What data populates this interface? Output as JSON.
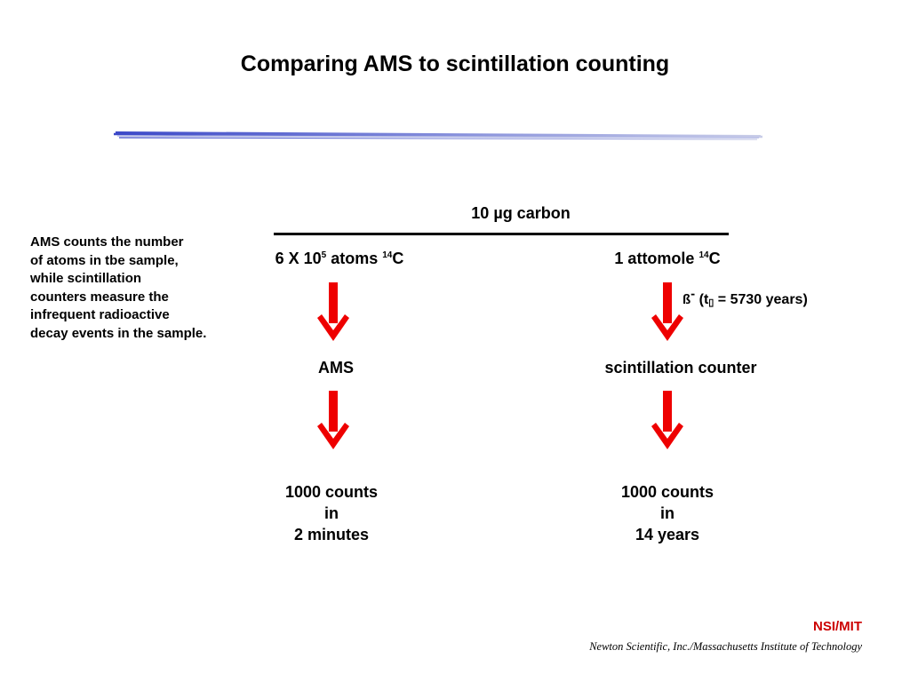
{
  "title": "Comparing AMS to scintillation counting",
  "note": [
    "AMS counts the number",
    "of atoms in tbe sample,",
    "while scintillation",
    "counters measure the",
    "infrequent radioactive",
    "decay events in the sample."
  ],
  "sample": "10 µg carbon",
  "left": {
    "quantity": {
      "prefix": "6 X 10",
      "exp": "5",
      "mid": " atoms ",
      "iso_sup": "14",
      "iso": "C"
    },
    "method": "AMS",
    "result": [
      "1000 counts",
      "in",
      "2 minutes"
    ]
  },
  "right": {
    "quantity": {
      "prefix": "1 attomole ",
      "iso_sup": "14",
      "iso": "C"
    },
    "decay": {
      "beta": "ß",
      "beta_sup": "-",
      "open": "(t",
      "glyph": "▯",
      "value": " = 5730 years)"
    },
    "method": "scintillation counter",
    "result": [
      "1000 counts",
      "in",
      "14 years"
    ]
  },
  "footer": {
    "org": "NSI/MIT",
    "subtitle": "Newton Scientific, Inc./Massachusetts Institute of Technology"
  },
  "colors": {
    "arrow": "#ee0000",
    "footer_org": "#cc0000",
    "band": "#4a55cc"
  },
  "icons": {
    "arrow": "down-arrow-icon"
  }
}
